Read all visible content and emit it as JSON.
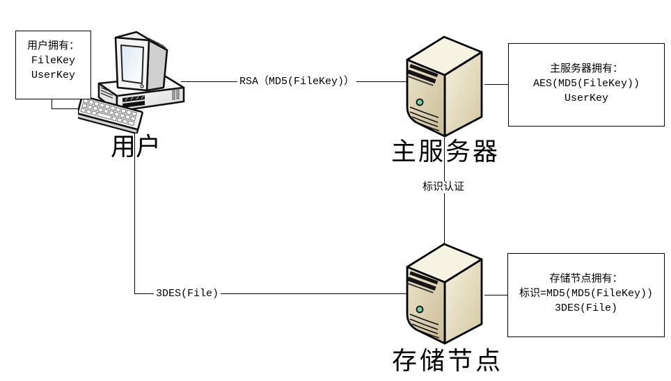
{
  "nodes": {
    "user": "用户",
    "main_server": "主服务器",
    "storage_node": "存储节点"
  },
  "boxes": {
    "user": {
      "lines": [
        "用户拥有：",
        "FileKey",
        "UserKey"
      ]
    },
    "main": {
      "lines": [
        "主服务器拥有：",
        "AES(MD5(FileKey))",
        "UserKey"
      ]
    },
    "storage": {
      "lines": [
        "存储节点拥有：",
        "标识=MD5(MD5(FileKey))",
        "3DES(File)"
      ]
    }
  },
  "edges": {
    "user_to_main": "RSA（MD5(FileKey)）",
    "main_to_storage": "标识认证",
    "user_to_storage": "3DES(File)"
  },
  "colors": {
    "line": "#000000",
    "server_front": "#d9cda9",
    "server_side": "#efe8d3",
    "server_top": "#f7f3e3",
    "led": "#73cfa6",
    "screen": "#e3ecf5"
  }
}
